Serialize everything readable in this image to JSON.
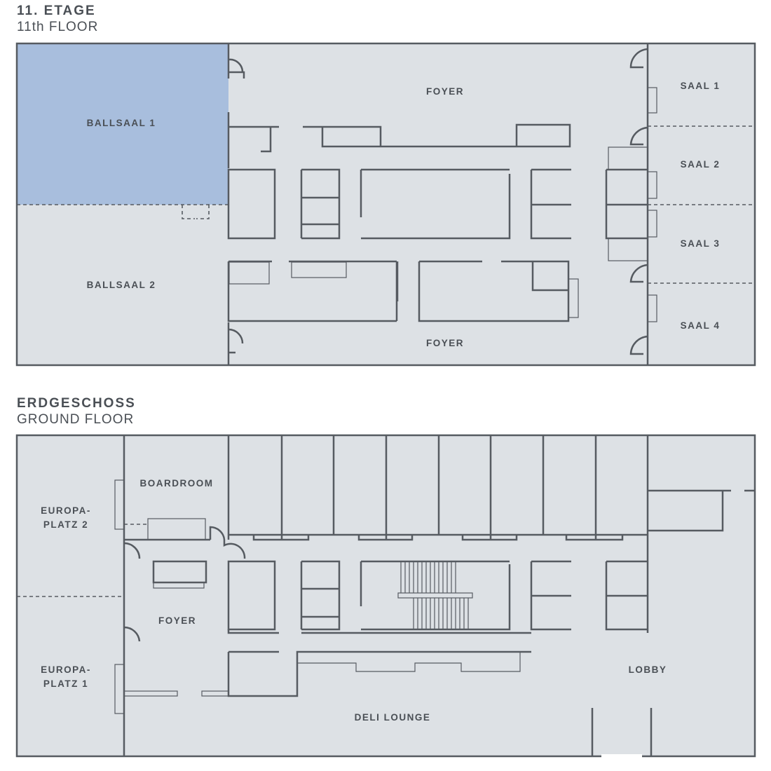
{
  "floors": {
    "upper": {
      "title": "11. ETAGE",
      "subtitle": "11th FLOOR",
      "rooms": {
        "ballsaal1": "BALLSAAL 1",
        "ballsaal2": "BALLSAAL 2",
        "foyer_top": "FOYER",
        "foyer_bottom": "FOYER",
        "saal1": "SAAL 1",
        "saal2": "SAAL 2",
        "saal3": "SAAL 3",
        "saal4": "SAAL 4"
      }
    },
    "ground": {
      "title": "ERDGESCHOSS",
      "subtitle": "GROUND FLOOR",
      "rooms": {
        "europaplatz2_line1": "EUROPA-",
        "europaplatz2_line2": "PLATZ 2",
        "boardroom": "BOARDROOM",
        "foyer": "FOYER",
        "europaplatz1_line1": "EUROPA-",
        "europaplatz1_line2": "PLATZ 1",
        "lobby": "LOBBY",
        "deli_lounge": "DELI LOUNGE"
      }
    }
  },
  "colors": {
    "room_fill": "#dde1e5",
    "highlight_fill": "#a8bedd",
    "wall": "#565b61",
    "text": "#4a4f55"
  }
}
